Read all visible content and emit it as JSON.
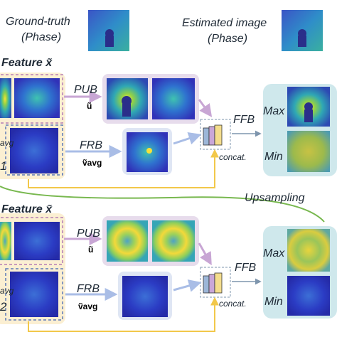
{
  "header": {
    "ground_truth_line1": "Ground-truth",
    "ground_truth_line2": "(Phase)",
    "estimated_line1": "Estimated image",
    "estimated_line2": "(Phase)"
  },
  "stage1": {
    "feature_label": "Feature x̃",
    "avg_label": "avg",
    "index_label": "1",
    "pub_label": "PUB",
    "pub_symbol": "ũ",
    "frb_label": "FRB",
    "frb_symbol": "ṽavg",
    "concat_label": "concat.",
    "ffb_label": "FFB",
    "max_label": "Max",
    "min_label": "Min"
  },
  "upsampling_label": "Upsampling",
  "stage2": {
    "feature_label": "Feature x̃",
    "avg_label": "avg",
    "index_label": "2",
    "pub_label": "PUB",
    "pub_symbol": "ũ",
    "frb_label": "FRB",
    "frb_symbol": "ṽavg",
    "concat_label": "concat.",
    "ffb_label": "FFB",
    "max_label": "Max",
    "min_label": "Min"
  },
  "colors": {
    "feature_panel_bg": "#fbefd2",
    "pub_panel_bg": "#e7dcec",
    "frb_panel_bg": "#dfe6f4",
    "ffb_panel_bg": "#cfe8ec",
    "arrow_purple": "#c8a6d4",
    "arrow_blue": "#a9bde6",
    "arrow_yellow": "#f2c84a",
    "upsampling_line": "#78b84f"
  }
}
